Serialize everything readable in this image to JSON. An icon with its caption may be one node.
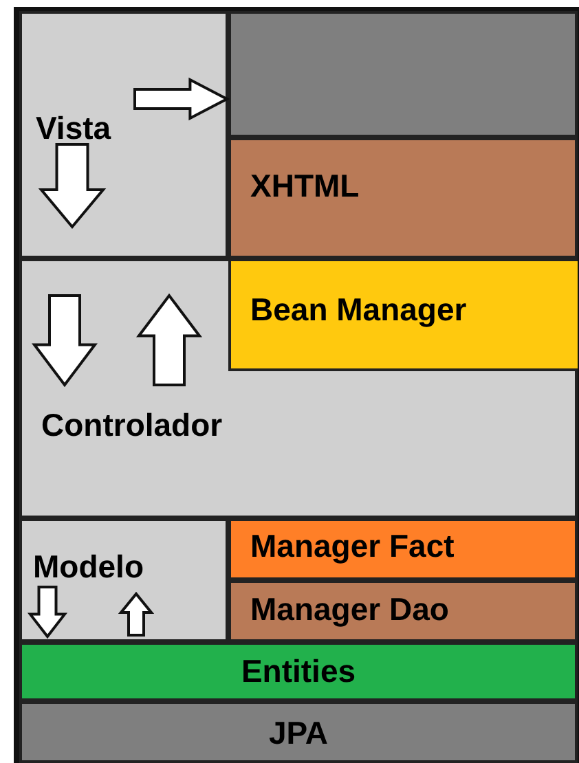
{
  "diagram": {
    "nodes": [
      {
        "text": [
          "Vista"
        ]
      },
      {
        "text": [],
        "shape": "box"
      },
      {
        "text": [
          "XHTML"
        ]
      },
      {
        "text": [
          "Controlador"
        ]
      },
      {
        "text": [
          "Bean Manager"
        ],
        "in": 3
      },
      {
        "text": [
          "Modelo"
        ]
      },
      {
        "text": [
          "Manager Fact"
        ]
      },
      {
        "text": [
          "Manager Dao"
        ]
      },
      {
        "text": [
          "Entities"
        ]
      },
      {
        "text": [
          "JPA"
        ]
      }
    ],
    "edges": [
      {
        "from": 0,
        "to": 1,
        "arrow": "to"
      }
    ]
  }
}
